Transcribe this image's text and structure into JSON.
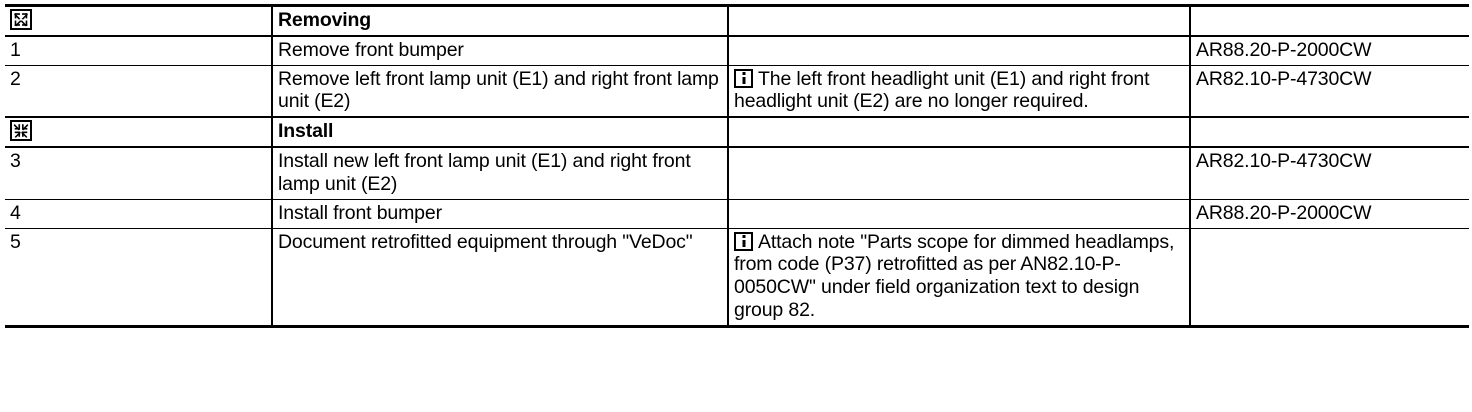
{
  "document": {
    "type": "service-procedure-table",
    "columns": [
      "step",
      "operation",
      "note",
      "reference"
    ]
  },
  "icons": {
    "removing": "arrows-out-icon",
    "install": "arrows-in-icon",
    "note": "info-icon"
  },
  "sections": [
    {
      "icon": "arrows-out-icon",
      "title": "Removing",
      "note": "",
      "reference": ""
    },
    {
      "icon": "arrows-in-icon",
      "title": "Install",
      "note": "",
      "reference": ""
    }
  ],
  "rows": [
    {
      "kind": "section",
      "section_index": 0,
      "step": "",
      "title": "Removing",
      "note": "",
      "reference": ""
    },
    {
      "kind": "step",
      "step": "1",
      "operation": "Remove front bumper",
      "note": "",
      "reference": "AR88.20-P-2000CW"
    },
    {
      "kind": "step",
      "step": "2",
      "operation": "Remove left front lamp unit (E1) and right front lamp unit (E2)",
      "note": "The left front headlight unit (E1) and right front headlight unit (E2) are no longer required.",
      "reference": "AR82.10-P-4730CW"
    },
    {
      "kind": "section",
      "section_index": 1,
      "step": "",
      "title": "Install",
      "note": "",
      "reference": ""
    },
    {
      "kind": "step",
      "step": "3",
      "operation": "Install new left front lamp unit (E1) and right front lamp unit (E2)",
      "note": "",
      "reference": "AR82.10-P-4730CW"
    },
    {
      "kind": "step",
      "step": "4",
      "operation": "Install front bumper",
      "note": "",
      "reference": "AR88.20-P-2000CW"
    },
    {
      "kind": "step",
      "step": "5",
      "operation": "Document retrofitted equipment through \"VeDoc\"",
      "note": "Attach note \"Parts scope for dimmed headlamps, from code (P37) retrofitted as per AN82.10-P-0050CW\" under field organization text to design group 82.",
      "reference": ""
    }
  ],
  "colors": {
    "text": "#000000",
    "rule": "#000000",
    "background": "#ffffff"
  }
}
